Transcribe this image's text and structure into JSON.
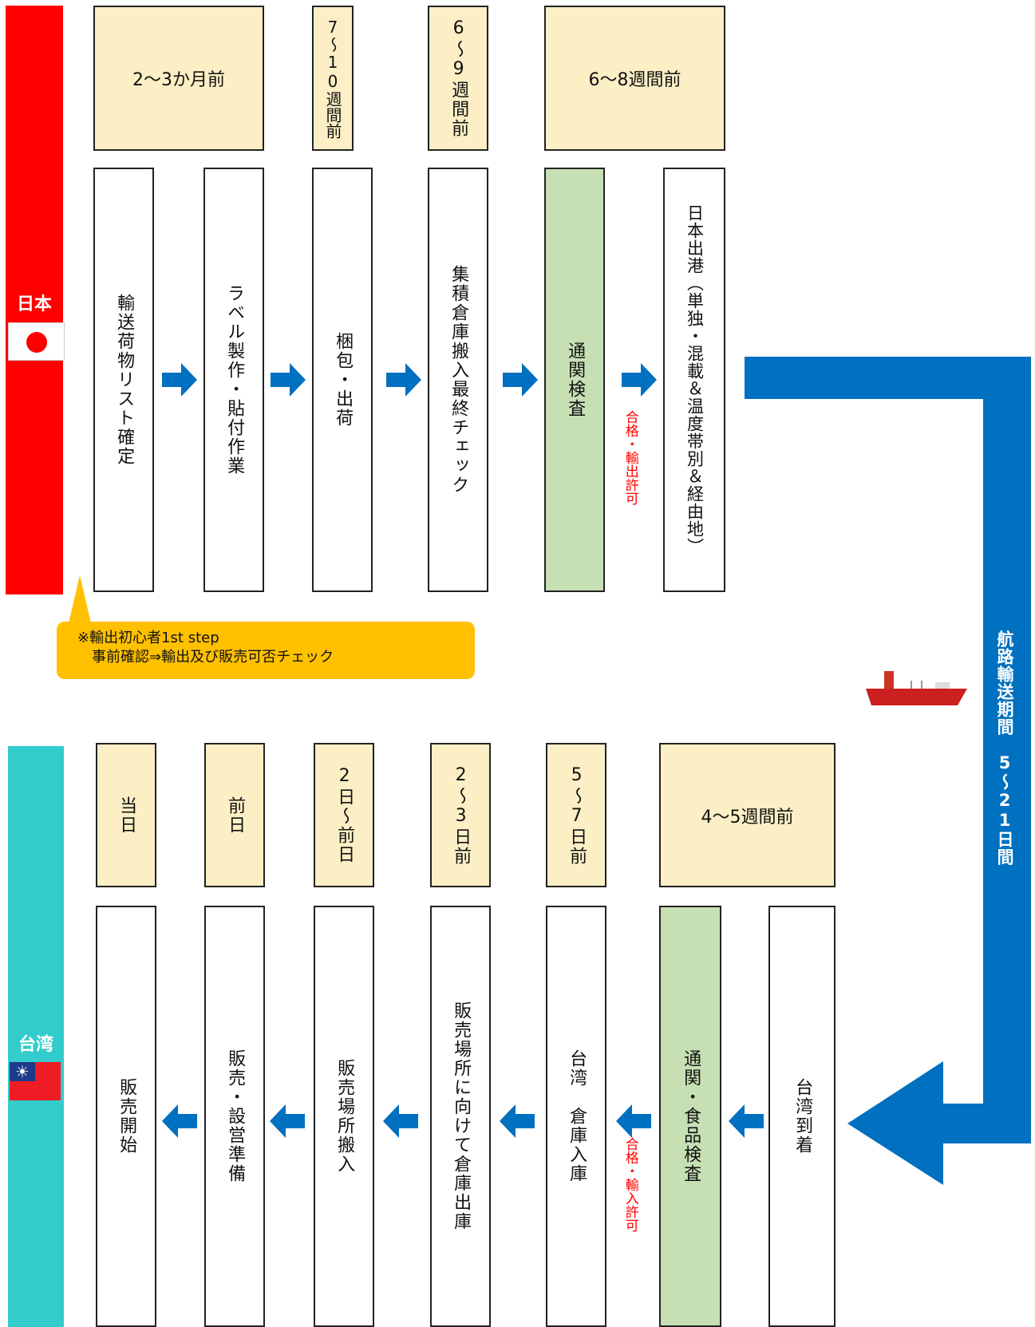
{
  "japan": {
    "label": "日本",
    "flag_icon": "japan-flag-icon",
    "times": [
      "2〜3か月前",
      "7〜10週間前",
      "6〜9週間前",
      "6〜8週間前"
    ],
    "steps": [
      "輸送荷物リスト確定",
      "ラベル製作・貼付作業",
      "梱包・出荷",
      "集積倉庫搬入最終チェック",
      "通関検査",
      "日本出港（単独・混載＆温度帯別＆経由地）"
    ],
    "approval": "合格・輸出許可"
  },
  "taiwan": {
    "label": "台湾",
    "flag_icon": "taiwan-flag-icon",
    "times": [
      "当日",
      "前日",
      "2日〜前日",
      "2〜3日前",
      "5〜7日前",
      "4〜5週間前"
    ],
    "steps": [
      "販売開始",
      "販売・設営準備",
      "販売場所搬入",
      "販売場所に向けて倉庫出庫",
      "台湾　倉庫入庫",
      "通関・食品検査",
      "台湾到着"
    ],
    "approval": "合格・輸入許可"
  },
  "callout": {
    "line1": "※輸出初心者1st step",
    "line2": "　事前確認⇒輸出及び販売可否チェック"
  },
  "route": {
    "label": "航路輸送期間　5〜21日間"
  },
  "colors": {
    "japan_bar": "#ff0000",
    "taiwan_bar": "#33cccc",
    "time_box": "#fcefc5",
    "inspection_box": "#c6e0b4",
    "arrow": "#0070c0",
    "callout": "#ffc000",
    "approval_text": "#ff0000"
  },
  "icons": [
    "arrow-right-icon",
    "arrow-left-icon",
    "ship-icon"
  ]
}
